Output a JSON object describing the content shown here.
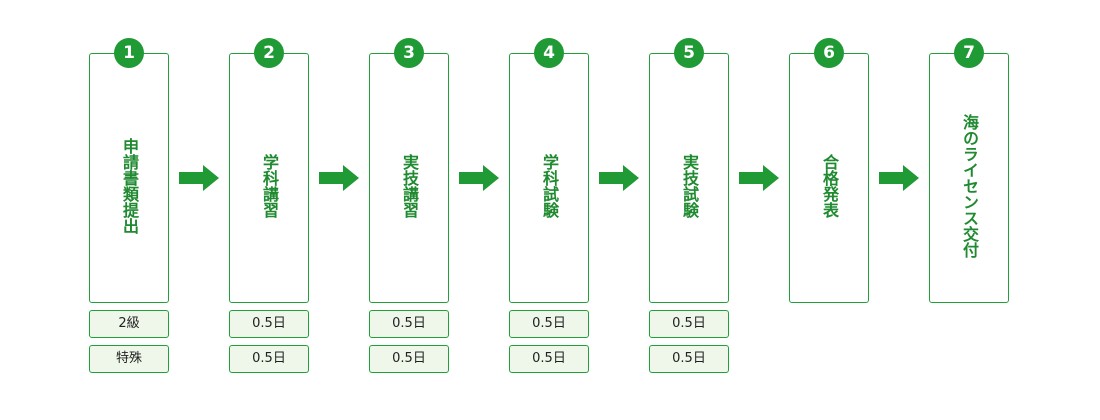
{
  "steps": [
    {
      "number": "1",
      "label": "申請書類提出",
      "tags": [
        "2級",
        "特殊"
      ]
    },
    {
      "number": "2",
      "label": "学科講習",
      "tags": [
        "0.5日",
        "0.5日"
      ]
    },
    {
      "number": "3",
      "label": "実技講習",
      "tags": [
        "0.5日",
        "0.5日"
      ]
    },
    {
      "number": "4",
      "label": "学科試験",
      "tags": [
        "0.5日",
        "0.5日"
      ]
    },
    {
      "number": "5",
      "label": "実技試験",
      "tags": [
        "0.5日",
        "0.5日"
      ]
    },
    {
      "number": "6",
      "label": "合格発表",
      "tags": []
    },
    {
      "number": "7",
      "label": "海のライセンス交付",
      "tags": []
    }
  ],
  "colors": {
    "accent": "#1f9a35",
    "border": "#21a03a",
    "text_green": "#1f8a30",
    "tag_bg": "#eef7ea"
  },
  "icons": {
    "connector": "right-arrow-icon"
  }
}
